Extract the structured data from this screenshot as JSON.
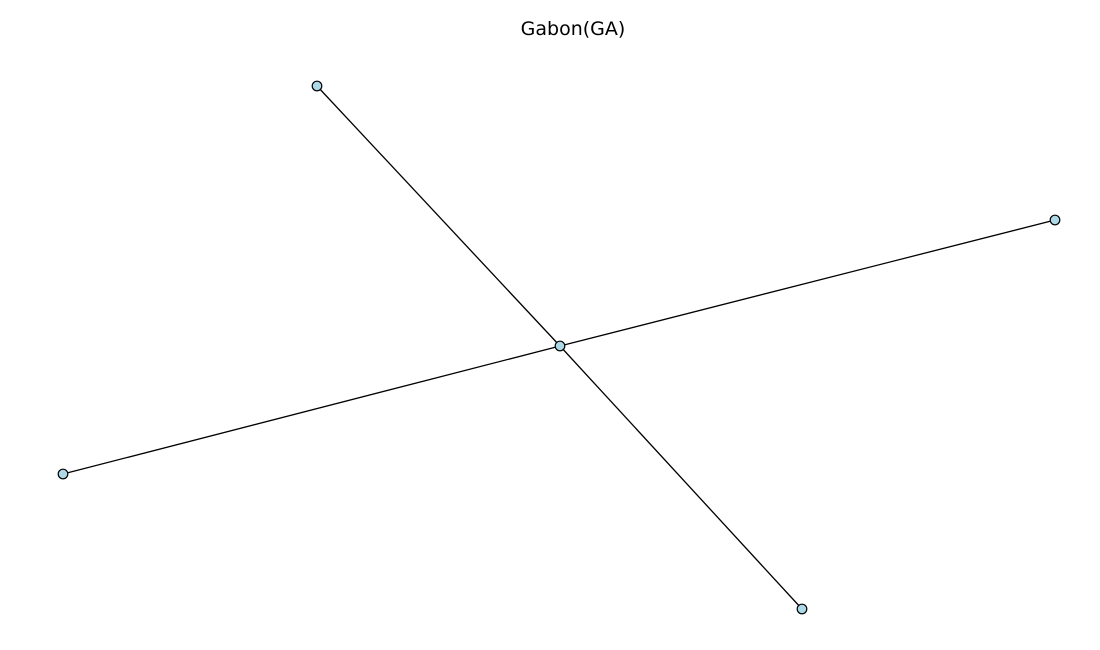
{
  "title": "Gabon(GA)",
  "graph": {
    "node_count": 5,
    "edge_count": 4,
    "nodes": [
      {
        "id": "center"
      },
      {
        "id": "top-left"
      },
      {
        "id": "right"
      },
      {
        "id": "left"
      },
      {
        "id": "bottom"
      }
    ],
    "edges": [
      {
        "source": "top-left",
        "target": "center"
      },
      {
        "source": "center",
        "target": "bottom"
      },
      {
        "source": "left",
        "target": "center"
      },
      {
        "source": "center",
        "target": "right"
      }
    ]
  },
  "colors": {
    "node_fill": "#add8e6",
    "node_stroke": "#000000",
    "edge": "#000000",
    "background": "#ffffff"
  }
}
